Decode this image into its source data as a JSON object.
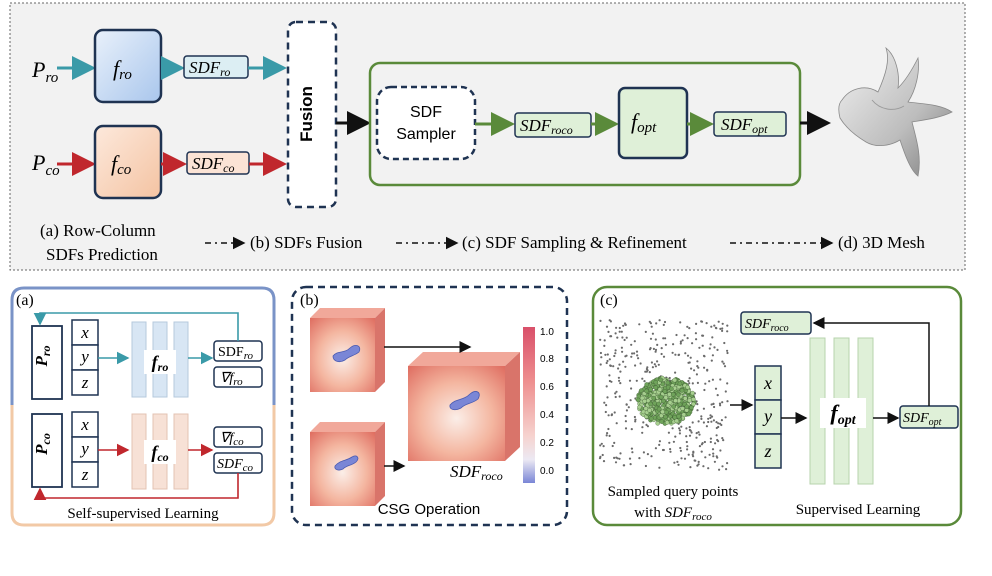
{
  "top": {
    "inputs": [
      {
        "sym": "P",
        "sub": "ro"
      },
      {
        "sym": "P",
        "sub": "co"
      }
    ],
    "nets": [
      {
        "sym": "f",
        "sub": "ro"
      },
      {
        "sym": "f",
        "sub": "co"
      }
    ],
    "sdf_outputs": [
      {
        "sym": "SDF",
        "sub": "ro"
      },
      {
        "sym": "SDF",
        "sub": "co"
      }
    ],
    "fusion_label": "Fusion",
    "sampler_line1": "SDF",
    "sampler_line2": "Sampler",
    "sdf_roco": {
      "sym": "SDF",
      "sub": "roco"
    },
    "f_opt": {
      "sym": "f",
      "sub": "opt"
    },
    "sdf_opt": {
      "sym": "SDF",
      "sub": "opt"
    },
    "stage_a_line1": "(a)  Row-Column",
    "stage_a_line2": "SDFs Prediction",
    "stage_b": "(b) SDFs Fusion",
    "stage_c": "(c) SDF Sampling & Refinement",
    "stage_d": "(d) 3D Mesh"
  },
  "panel_a": {
    "tag": "(a)",
    "rows": [
      {
        "p": "P",
        "p_sub": "ro",
        "f": "f",
        "f_sub": "ro",
        "out1": "SDF",
        "out1_sub": "ro",
        "out2": "∇f",
        "out2_sub": "ro",
        "color": "#3a9aa8"
      },
      {
        "p": "P",
        "p_sub": "co",
        "f": "f",
        "f_sub": "co",
        "out1": "∇f",
        "out1_sub": "co",
        "out2": "SDF",
        "out2_sub": "co",
        "color": "#c0272d"
      }
    ],
    "coords": [
      "x",
      "y",
      "z"
    ],
    "caption": "Self-supervised Learning"
  },
  "panel_b": {
    "tag": "(b)",
    "result": {
      "sym": "SDF",
      "sub": "roco"
    },
    "colorbar_ticks": [
      "1.0",
      "0.8",
      "0.6",
      "0.4",
      "0.2",
      "0.0"
    ],
    "caption": "CSG Operation"
  },
  "panel_c": {
    "tag": "(c)",
    "sdf_roco": {
      "sym": "SDF",
      "sub": "roco"
    },
    "coords": [
      "x",
      "y",
      "z"
    ],
    "f_opt": {
      "sym": "f",
      "sub": "opt"
    },
    "sdf_opt": {
      "sym": "SDF",
      "sub": "opt"
    },
    "caption_left_1": "Sampled query points",
    "caption_left_2": "with",
    "caption_left_sym": {
      "sym": "SDF",
      "sub": "roco"
    },
    "caption_right": "Supervised Learning"
  },
  "colors": {
    "teal": "#3a9aa8",
    "red": "#c0272d",
    "green_border": "#5a8a3a",
    "green_fill": "#dff0d8",
    "navy": "#1f3352",
    "blue_fill": "#cfe0f5",
    "orange_fill": "#f9dcc8",
    "panel_a_border": "#7a93c7",
    "panel_a_bottom": "#f2c9a6"
  }
}
